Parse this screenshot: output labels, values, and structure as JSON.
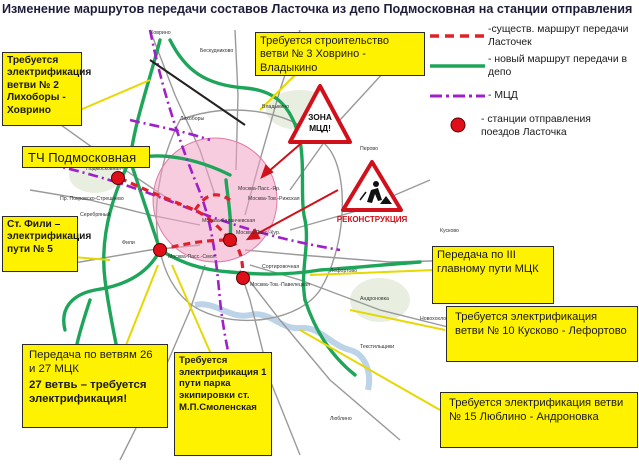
{
  "title": "Изменение маршрутов передачи составов Ласточка из депо Подмосковная на станции отправления",
  "legend": {
    "existing": "-существ. маршрут передачи Ласточек",
    "new": "- новый маршрут передачи в депо",
    "mcd": "- МЦД",
    "stations": "- станции отправления поездов Ласточка",
    "colors": {
      "existing": "#e0202a",
      "new": "#1ea55a",
      "mcd": "#a020c8",
      "station": "#e0101a"
    }
  },
  "signs": {
    "zone": "ЗОНА МЦД!",
    "reconstruction": "РЕКОНСТРУКЦИЯ"
  },
  "callouts": {
    "c1": "Требуется электрификация ветви № 2 Лихоборы - Ховрино",
    "c2": "ТЧ Подмосковная",
    "c3": "Требуется строительство ветви № 3 Ховрино - Владыкино",
    "c4": "Ст. Фили – электрификация пути № 5",
    "c5a": "Передача по ветвям 26 и 27 МЦК",
    "c5b": "27 ветвь – требуется электрификация!",
    "c6": "Требуется электрификация 1 пути парка экипировки ст. М.П.Смоленская",
    "c7": "Передача по III главному пути МЦК",
    "c8": "Требуется электрификация ветви № 10 Кусково - Лефортово",
    "c9": "Требуется электрификация ветви № 15 Люблино - Андроновка"
  },
  "map_labels": {
    "stations": [
      "Москва-Пасс.-Смол.",
      "Москва-Пасс.-Кур.",
      "Москва-Каланчевская",
      "Москва-Тов.-Рижская",
      "Москва-Пасс.-Яр.",
      "Москва-Тов.-Павелецкая",
      "Сортировочная",
      "Лихоборы",
      "Ховрино",
      "Владыкино",
      "Подмосковная",
      "Фили",
      "Кусково",
      "Лефортово",
      "Люблино",
      "Андроновка",
      "Серебряный",
      "Бескудниково",
      "Лосиноостровская",
      "Перово",
      "Текстильщики",
      "Новохохловская",
      "Пр. Покровско-Стрешнево"
    ]
  }
}
